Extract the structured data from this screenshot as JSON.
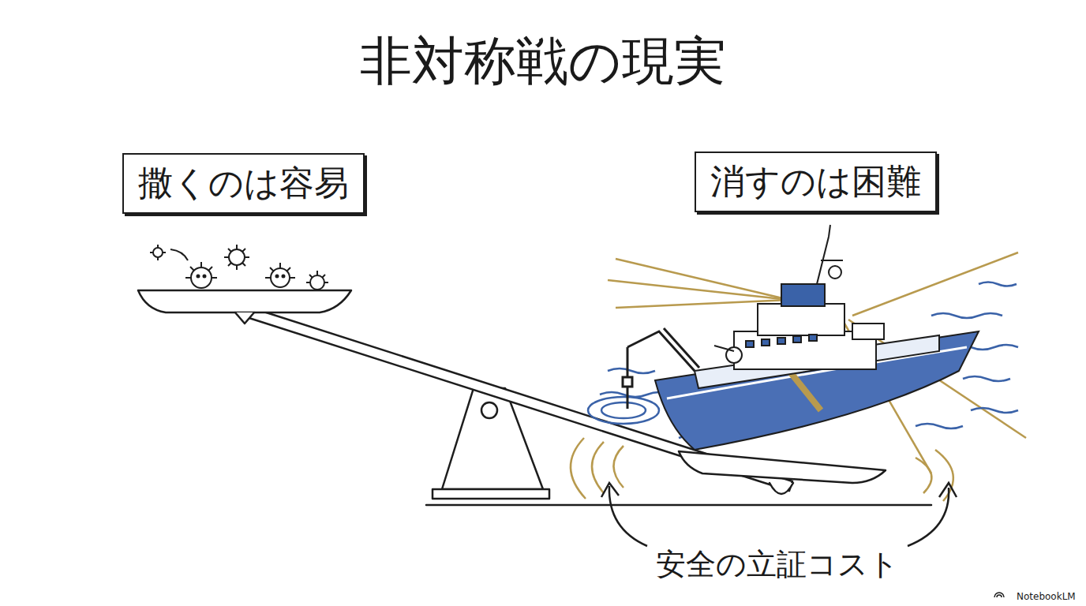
{
  "diagram": {
    "title": "非対称戦の現実",
    "nodes": [
      {
        "text": [
          "撒くのは容易"
        ]
      },
      {
        "text": [
          "消すのは困難"
        ]
      }
    ],
    "labels": [
      "安全の立証コスト",
      "NotebookLM"
    ]
  }
}
